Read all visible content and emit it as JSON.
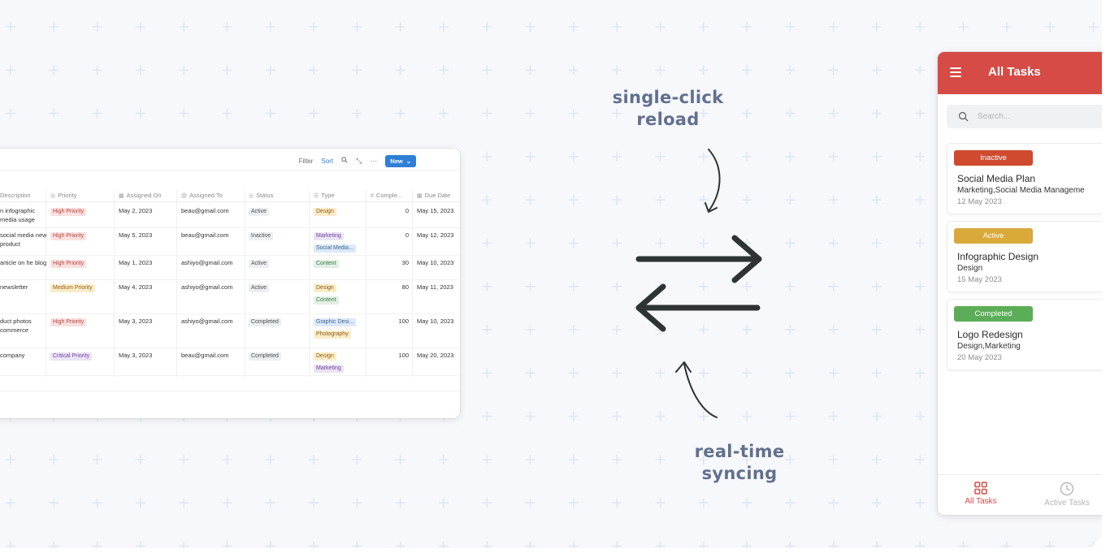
{
  "colors": {
    "background": "#f7f8fb",
    "grid_plus": "#dfe7f2",
    "accent_red": "#d64b46",
    "caption": "#62708f",
    "link_blue": "#2f7fd7"
  },
  "table": {
    "toolbar": {
      "filter": "Filter",
      "sort": "Sort",
      "new": "New",
      "icons": [
        "search-icon",
        "expand-icon",
        "more-icon",
        "chevron-down-icon"
      ]
    },
    "headers": {
      "description": "Description",
      "priority": "Priority",
      "assigned_on": "Assigned On",
      "assigned_to": "Assigned To",
      "status": "Status",
      "type": "Type",
      "completion": "Comple...",
      "due_date": "Due Date"
    },
    "rows": [
      {
        "desc": "n infographic media usage",
        "priority": "High Priority",
        "assigned_on": "May 2, 2023",
        "assigned_to": "beau@gmail.com",
        "status": "Active",
        "types": [
          "Design"
        ],
        "completion": "0",
        "due": "May 15, 2023"
      },
      {
        "desc": "social media new product",
        "priority": "High Priority",
        "assigned_on": "May 5, 2023",
        "assigned_to": "beau@gmail.com",
        "status": "Inactive",
        "types": [
          "Marketing",
          "Social Media..."
        ],
        "completion": "0",
        "due": "May 12, 2023"
      },
      {
        "desc": "article on he blog",
        "priority": "High Priority",
        "assigned_on": "May 1, 2023",
        "assigned_to": "ashiyo@gmail.com",
        "status": "Active",
        "types": [
          "Content"
        ],
        "completion": "30",
        "due": "May 10, 2023"
      },
      {
        "desc": "newsletter",
        "priority": "Medium Priority",
        "assigned_on": "May 4, 2023",
        "assigned_to": "ashiyo@gmail.com",
        "status": "Active",
        "types": [
          "Design",
          "Content"
        ],
        "completion": "80",
        "due": "May 11, 2023"
      },
      {
        "desc": "duct photos commerce",
        "priority": "High Priority",
        "assigned_on": "May 3, 2023",
        "assigned_to": "ashiyo@gmail.com",
        "status": "Completed",
        "types": [
          "Graphic Desi...",
          "Photography"
        ],
        "completion": "100",
        "due": "May 10, 2023"
      },
      {
        "desc": "company",
        "priority": "Critical Priority",
        "assigned_on": "May 3, 2023",
        "assigned_to": "beau@gmail.com",
        "status": "Completed",
        "types": [
          "Design",
          "Marketing"
        ],
        "completion": "100",
        "due": "May 20, 2023"
      }
    ]
  },
  "captions": {
    "top_line1": "single-click",
    "top_line2": "reload",
    "bottom_line1": "real-time",
    "bottom_line2": "syncing"
  },
  "app": {
    "title": "All Tasks",
    "search_placeholder": "Search...",
    "tasks": [
      {
        "status": "Inactive",
        "status_color": "#cf4a2e",
        "title": "Social Media Plan",
        "tags": "Marketing,Social Media Manageme",
        "date": "12 May 2023"
      },
      {
        "status": "Active",
        "status_color": "#d9a93a",
        "title": "Infographic Design",
        "tags": "Design",
        "date": "15 May 2023"
      },
      {
        "status": "Completed",
        "status_color": "#5cad57",
        "title": "Logo Redesign",
        "tags": "Design,Marketing",
        "date": "20 May 2023"
      }
    ],
    "nav": {
      "all_tasks": "All Tasks",
      "active_tasks": "Active Tasks"
    }
  }
}
